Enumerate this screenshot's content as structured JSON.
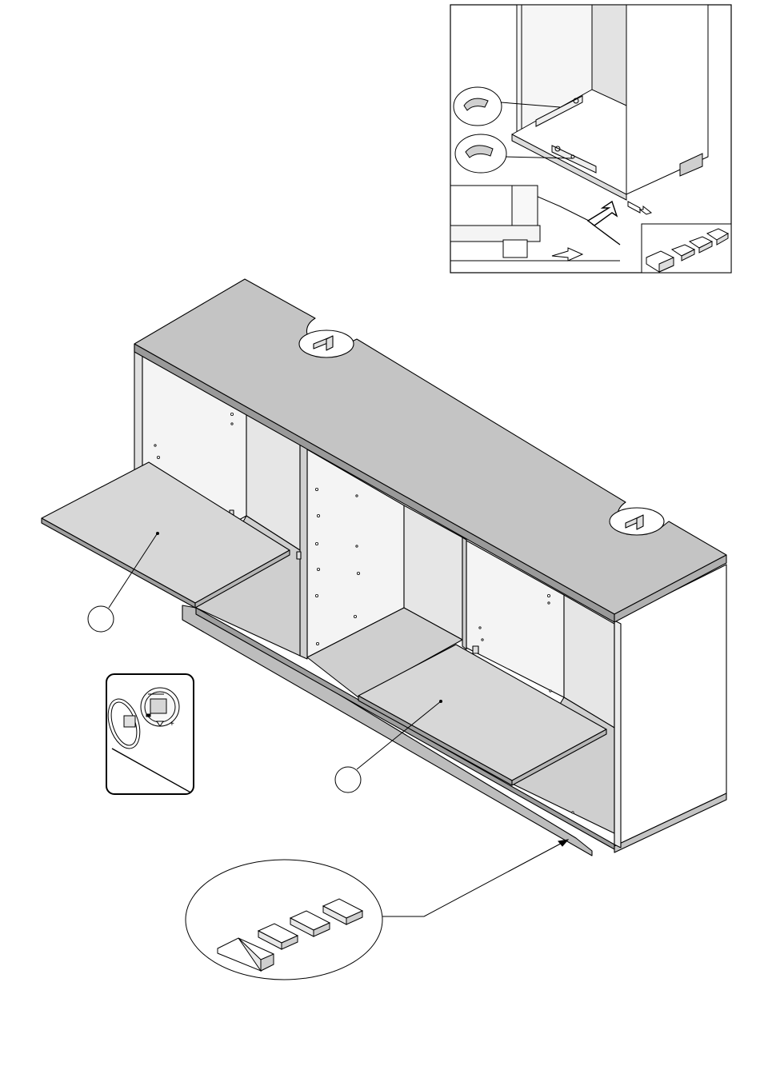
{
  "colors": {
    "line": "#000000",
    "panel_top": "#c8c8c8",
    "panel_light": "#f2f2f2",
    "panel_mid": "#d6d6d6",
    "panel_dark": "#a8a8a8",
    "shadow": "#8c8c8c",
    "paper": "#ffffff"
  },
  "callouts": [
    {
      "id": "left-door-callout",
      "label": ""
    },
    {
      "id": "right-door-callout",
      "label": ""
    }
  ],
  "details": {
    "top_inset": "leveling-feet-installation",
    "hinge_inset": "hinge-adjustment",
    "shims_bubble": "leveling-shims"
  }
}
